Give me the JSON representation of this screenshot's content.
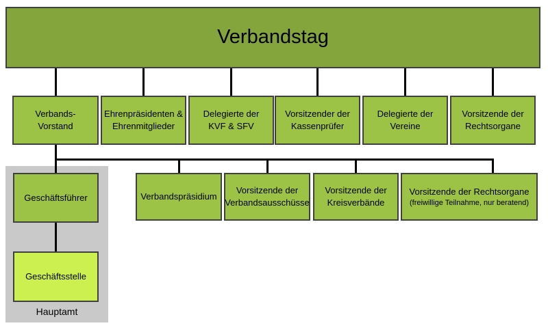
{
  "org_chart": {
    "root": {
      "label": "Verbandstag"
    },
    "row2": [
      {
        "line1": "Verbands-",
        "line2": "Vorstand"
      },
      {
        "line1": "Ehrenpräsidenten &",
        "line2": "Ehrenmitglieder"
      },
      {
        "line1": "Delegierte der",
        "line2": "KVF & SFV"
      },
      {
        "line1": "Vorsitzender der",
        "line2": "Kassenprüfer"
      },
      {
        "line1": "Delegierte der",
        "line2": "Vereine"
      },
      {
        "line1": "Vorsitzende der",
        "line2": "Rechtsorgane"
      }
    ],
    "row3": [
      {
        "line1": "Verbandspräsidium",
        "line2": ""
      },
      {
        "line1": "Vorsitzende der",
        "line2": "Verbandsausschüsse"
      },
      {
        "line1": "Vorsitzende der",
        "line2": "Kreisverbände"
      },
      {
        "line1": "Vorsitzende der Rechtsorgane",
        "line2": "(freiwillige Teilnahme, nur beratend)"
      }
    ],
    "hauptamt": {
      "panel_label": "Hauptamt",
      "manager": {
        "label": "Geschäftsführer"
      },
      "office": {
        "label": "Geschäftsstelle"
      }
    },
    "colors": {
      "root_green": "#84A43C",
      "box_green": "#9CC246",
      "office_green": "#CCF04F",
      "panel_gray": "#C9C9C9",
      "box_border": "#404040",
      "connector_black": "#000000"
    }
  }
}
